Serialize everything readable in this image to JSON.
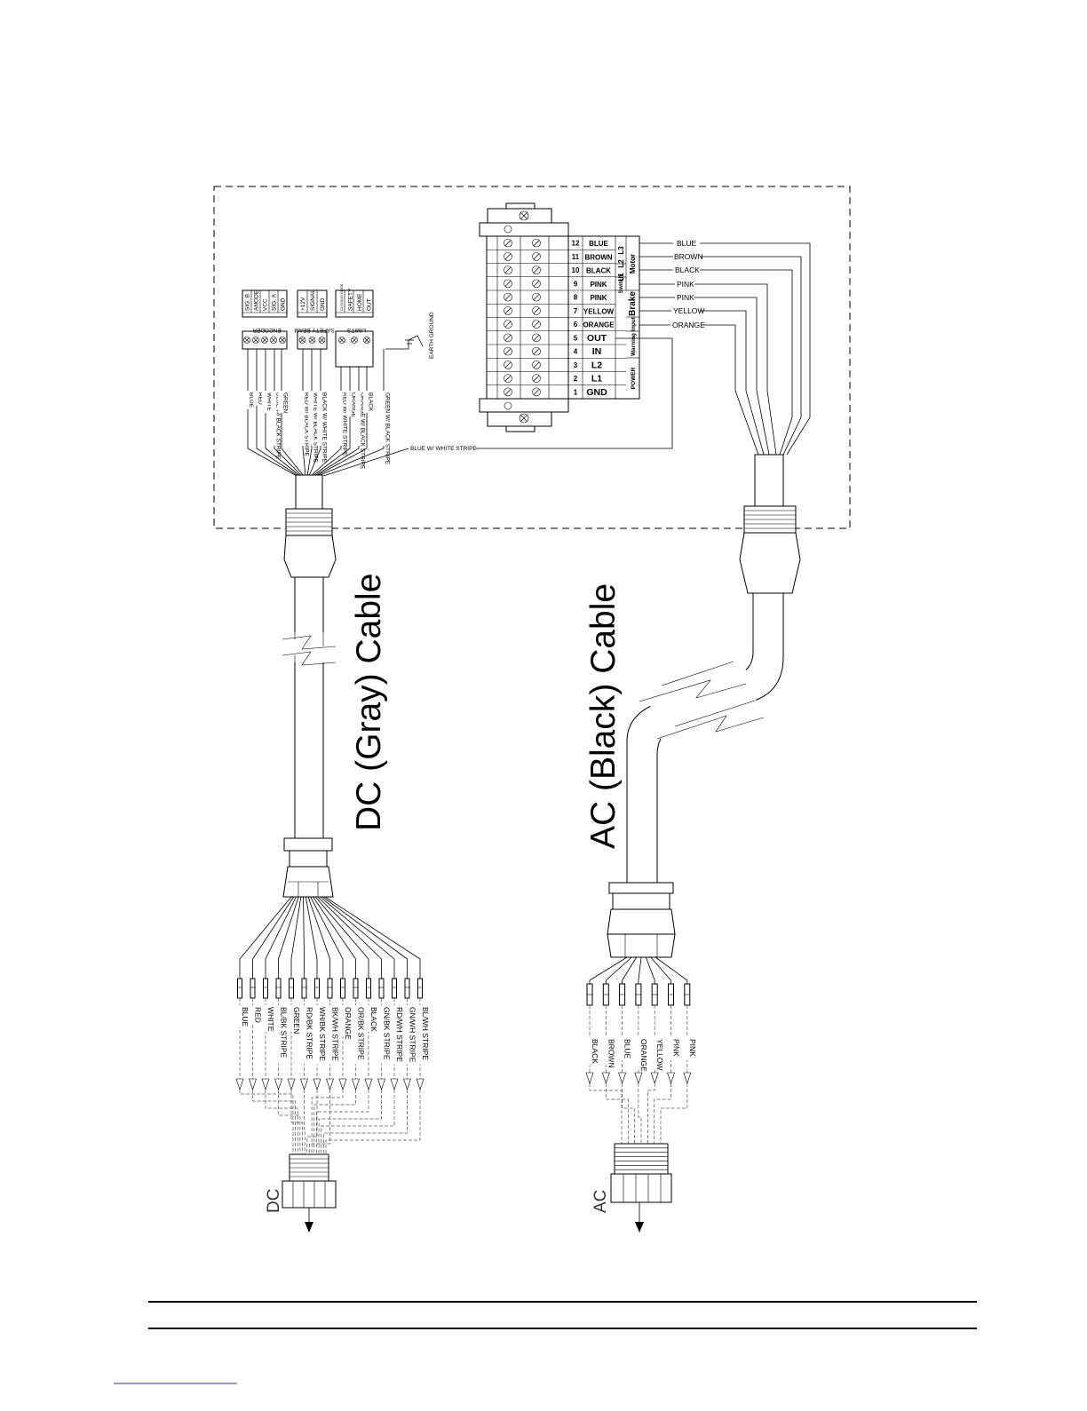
{
  "enclosure": {
    "terminal_strip": {
      "rows": [
        {
          "num": "12",
          "label": "BLUE"
        },
        {
          "num": "11",
          "label": "BROWN"
        },
        {
          "num": "10",
          "label": "BLACK"
        },
        {
          "num": "9",
          "label": "PINK"
        },
        {
          "num": "8",
          "label": "PINK"
        },
        {
          "num": "7",
          "label": "YELLOW"
        },
        {
          "num": "6",
          "label": "ORANGE"
        },
        {
          "num": "5",
          "label": "OUT"
        },
        {
          "num": "4",
          "label": "IN"
        },
        {
          "num": "3",
          "label": "L2"
        },
        {
          "num": "2",
          "label": "L1"
        },
        {
          "num": "1",
          "label": "GND"
        }
      ],
      "groups": [
        {
          "label": "Motor"
        },
        {
          "label": "Brake"
        },
        {
          "label": "Switch"
        },
        {
          "label": "Input"
        },
        {
          "label": "Warning"
        },
        {
          "label": "POWER"
        }
      ],
      "phases": [
        "L3",
        "L2",
        "L1"
      ]
    },
    "ac_wires": [
      "BLUE",
      "BROWN",
      "BLACK",
      "PINK",
      "PINK",
      "YELLOW",
      "ORANGE"
    ],
    "blue_white_wire": "BLUE W/ WHITE STRIPE",
    "earth_ground": "EARTH GROUND",
    "dc_connectors": [
      {
        "title": "ENCODER",
        "pins": [
          "SIG. B",
          "ANODE",
          "VCC",
          "SIG. A",
          "GND"
        ]
      },
      {
        "title": "SAFETY BEAM",
        "pins": [
          "+12V",
          "SIGNAL",
          "GND"
        ]
      },
      {
        "title": "LIMITS",
        "pins": [
          "CLOSING EDGE",
          "SAFETY",
          "HOME",
          "OUT"
        ]
      }
    ],
    "dc_wire_labels": [
      "BLUE",
      "RED",
      "WHITE",
      "BLUE W/ BLACK STRIPE",
      "GREEN",
      "RED W/ BLACK STRIPE",
      "WHITE W/ BLACK STRIPE",
      "BLACK W/ WHITE STRIPE",
      "RED W/ WHITE STRIPE",
      "ORANGE",
      "ORANGE W/ BLACK STRIPE",
      "BLACK",
      "GREEN W/ BLACK STRIPE"
    ]
  },
  "dc_cable": {
    "title": "DC (Gray) Cable",
    "connector": "DC",
    "wires": [
      "BLUE",
      "RED",
      "WHITE",
      "BL/BK STRIPE",
      "GREEN",
      "RD/BK STRIPE",
      "WH/BK STRIPE",
      "BK/WH STRIPE",
      "ORANGE",
      "OR/BK STRIPE",
      "BLACK",
      "GN/BK STRIPE",
      "RD/WH STRIPE",
      "GN/WH STRIPE",
      "BL/WH STRIPE"
    ]
  },
  "ac_cable": {
    "title": "AC (Black) Cable",
    "connector": "AC",
    "wires": [
      "BLACK",
      "BROWN",
      "BLUE",
      "ORANGE",
      "YELLOW",
      "PINK",
      "PINK"
    ]
  }
}
